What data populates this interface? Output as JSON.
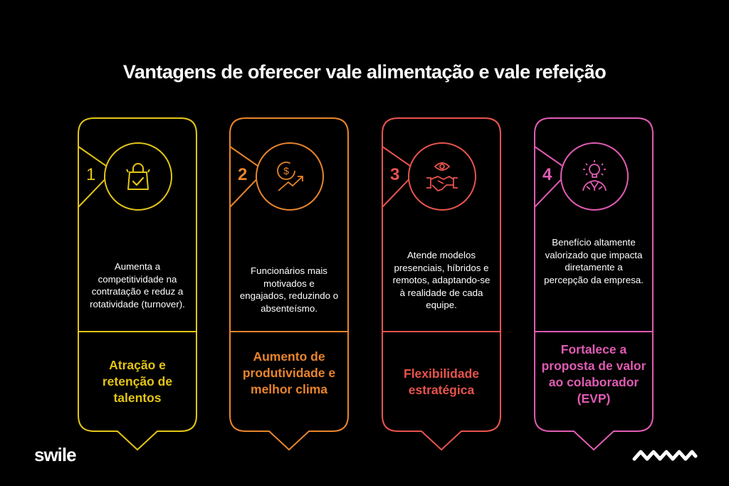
{
  "title": "Vantagens de oferecer vale alimentação e vale refeição",
  "cards": [
    {
      "number": "1",
      "color": "#E3C516",
      "icon": "shopping-bag-check-icon",
      "description": "Aumenta a competitividade na contratação e reduz a rotatividade (turnover).",
      "heading": "Atração e retenção de talentos"
    },
    {
      "number": "2",
      "color": "#E8842C",
      "icon": "money-growth-icon",
      "description": "Funcionários mais motivados e engajados, reduzindo o absenteísmo.",
      "heading": "Aumento de produtividade e melhor clima"
    },
    {
      "number": "3",
      "color": "#E8534D",
      "icon": "handshake-eye-icon",
      "description": "Atende modelos presenciais, híbridos e remotos, adaptando-se à realidade de cada equipe.",
      "heading": "Flexibilidade estratégica"
    },
    {
      "number": "4",
      "color": "#E05BB3",
      "icon": "person-lightbulb-icon",
      "description": "Benefício altamente valorizado que impacta diretamente a percepção da empresa.",
      "heading": "Fortalece a proposta de valor ao colaborador (EVP)"
    }
  ],
  "footer": {
    "logo": "swile",
    "decoration": "zigzag-wave-icon"
  }
}
